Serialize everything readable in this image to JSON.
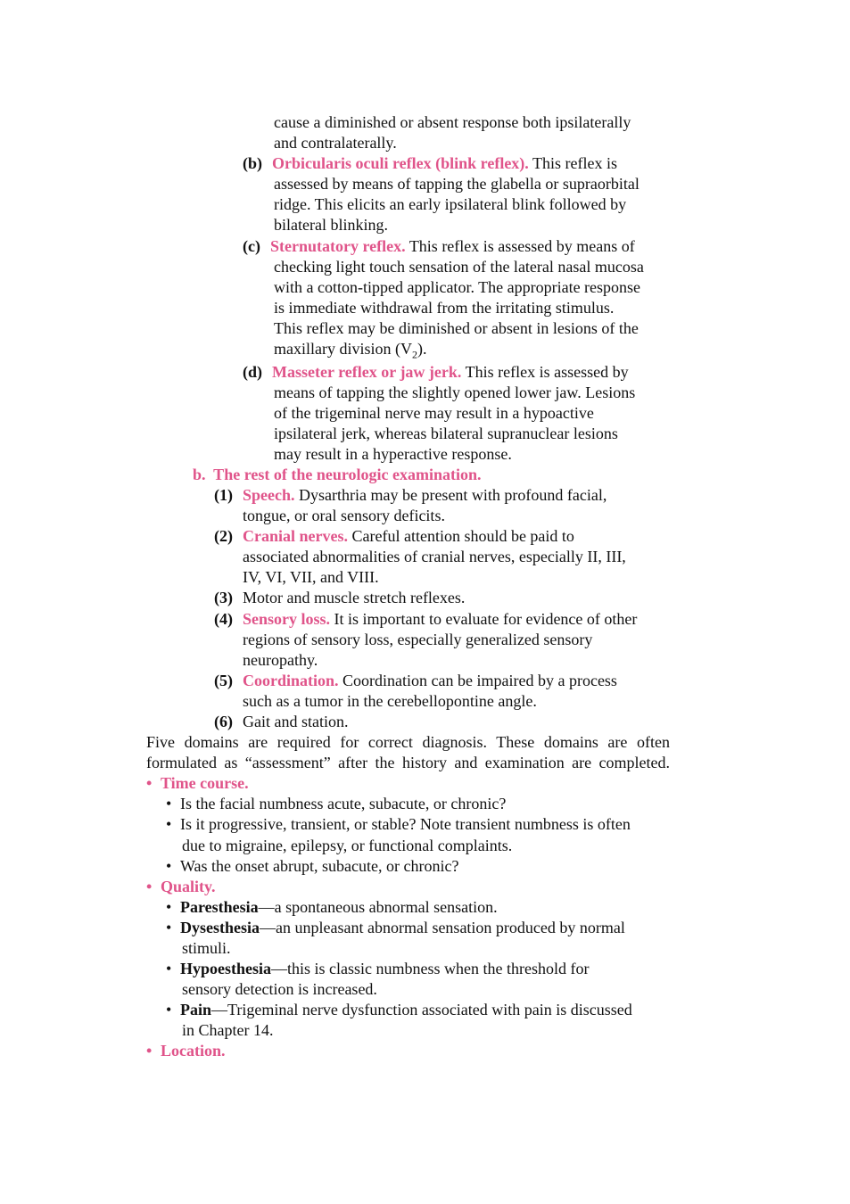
{
  "cont": {
    "l1": "cause a diminished or absent response both ipsilaterally",
    "l2": "and contralaterally."
  },
  "reflexes": [
    {
      "num": "(b)",
      "head": "Orbicularis oculi reflex (blink reflex).",
      "first": "This reflex is",
      "lines": [
        "assessed by means of tapping the glabella or supraorbital",
        "ridge. This elicits an early ipsilateral blink followed by",
        "bilateral blinking."
      ]
    },
    {
      "num": "(c)",
      "head": "Sternutatory reflex.",
      "first": "This reflex is assessed by means of",
      "lines": [
        "checking light touch sensation of the lateral nasal mucosa",
        "with a cotton-tipped applicator. The appropriate response",
        "is immediate withdrawal from the irritating stimulus.",
        "This reflex may be diminished or absent in lesions of the"
      ],
      "last_pre": "maxillary division (V",
      "last_sub": "2",
      "last_post": ")."
    },
    {
      "num": "(d)",
      "head": "Masseter reflex or jaw jerk.",
      "first": "This reflex is assessed by",
      "lines": [
        "means of tapping the slightly opened lower jaw. Lesions",
        "of the trigeminal nerve may result in a hypoactive",
        "ipsilateral jerk, whereas bilateral supranuclear lesions",
        "may result in a hyperactive response."
      ]
    }
  ],
  "section_b": "b.  The rest of the neurologic examination.",
  "items": [
    {
      "num": "(1)",
      "head": "Speech.",
      "first": "Dysarthria may be present with profound facial,",
      "lines": [
        "tongue, or oral sensory deficits."
      ]
    },
    {
      "num": "(2)",
      "head": "Cranial nerves.",
      "first": "Careful attention should be paid to",
      "lines": [
        "associated abnormalities of cranial nerves, especially II, III,",
        "IV, VI, VII, and VIII."
      ]
    },
    {
      "num": "(3)",
      "head": "",
      "first": "Motor and muscle stretch reflexes.",
      "lines": []
    },
    {
      "num": "(4)",
      "head": "Sensory loss.",
      "first": "It is important to evaluate for evidence of other",
      "lines": [
        "regions of sensory loss, especially generalized sensory",
        "neuropathy."
      ]
    },
    {
      "num": "(5)",
      "head": "Coordination.",
      "first": "Coordination can be impaired by a process",
      "lines": [
        "such as a tumor in the cerebellopontine angle."
      ]
    },
    {
      "num": "(6)",
      "head": "",
      "first": "Gait and station.",
      "lines": []
    }
  ],
  "para1": "Five domains are required for correct diagnosis. These domains are often",
  "para2": "formulated as “assessment” after the history and examination are completed.",
  "bullet": "•",
  "time_course": {
    "head": "Time course.",
    "items": [
      [
        "Is the facial numbness acute, subacute, or chronic?"
      ],
      [
        "Is it progressive, transient, or stable? Note transient numbness is often",
        "due to migraine, epilepsy, or functional complaints."
      ],
      [
        "Was the onset abrupt, subacute, or chronic?"
      ]
    ]
  },
  "quality": {
    "head": "Quality.",
    "items": [
      {
        "term": "Paresthesia",
        "rest": "—a spontaneous abnormal sensation.",
        "more": []
      },
      {
        "term": "Dysesthesia",
        "rest": "—an unpleasant abnormal sensation produced by normal",
        "more": [
          "stimuli."
        ]
      },
      {
        "term": "Hypoesthesia",
        "rest": "—this is classic numbness when the threshold for",
        "more": [
          "sensory detection is increased."
        ]
      },
      {
        "term": "Pain",
        "rest": "—Trigeminal nerve dysfunction associated with pain is discussed",
        "more": [
          "in Chapter 14."
        ]
      }
    ]
  },
  "location": {
    "head": "Location."
  }
}
